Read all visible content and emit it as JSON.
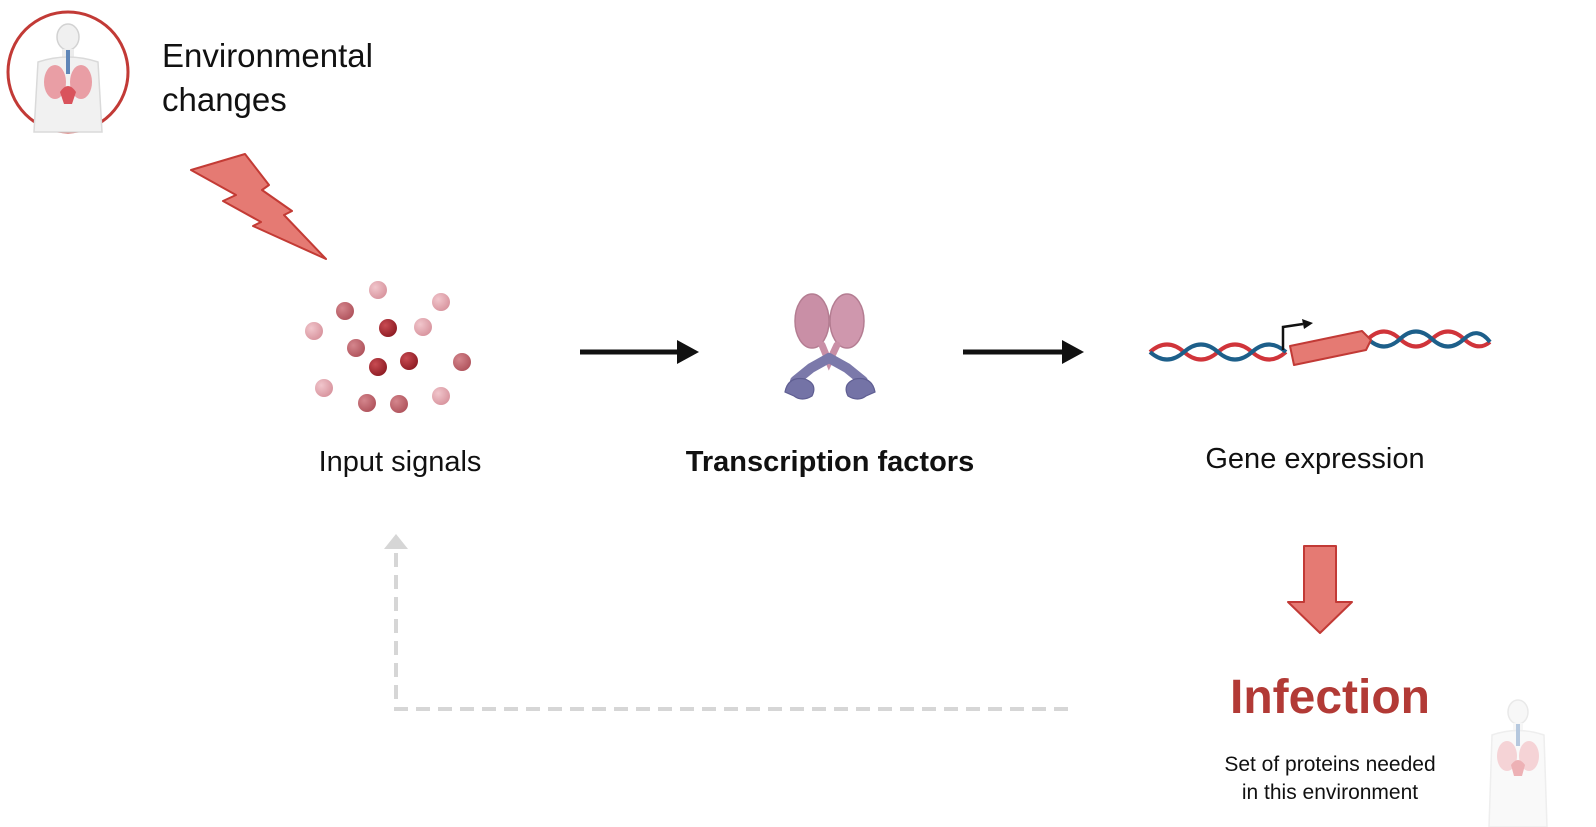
{
  "diagram": {
    "environment": {
      "label_line1": "Environmental",
      "label_line2": "changes",
      "icon": "human-body-lungs-icon"
    },
    "nodes": {
      "input_signals": {
        "label": "Input signals",
        "icon": "signal-molecules-icon"
      },
      "transcription_factors": {
        "label": "Transcription factors",
        "icon": "transcription-factor-dimer-icon"
      },
      "gene_expression": {
        "label": "Gene expression",
        "icon": "dna-gene-icon"
      }
    },
    "outcome": {
      "label": "Infection",
      "note_line1": "Set of proteins needed",
      "note_line2": "in this environment",
      "icon": "human-body-lungs-icon"
    },
    "feedback": {
      "style": "dashed"
    },
    "colors": {
      "accent_red": "#b23a36",
      "bolt_fill": "#e57a73",
      "arrow": "#111111",
      "feedback": "#d6d6d6",
      "dna_red": "#d0343a",
      "dna_blue": "#1d5f8a",
      "protein_pink": "#c98fa6",
      "protein_purple": "#7b79aa"
    }
  }
}
